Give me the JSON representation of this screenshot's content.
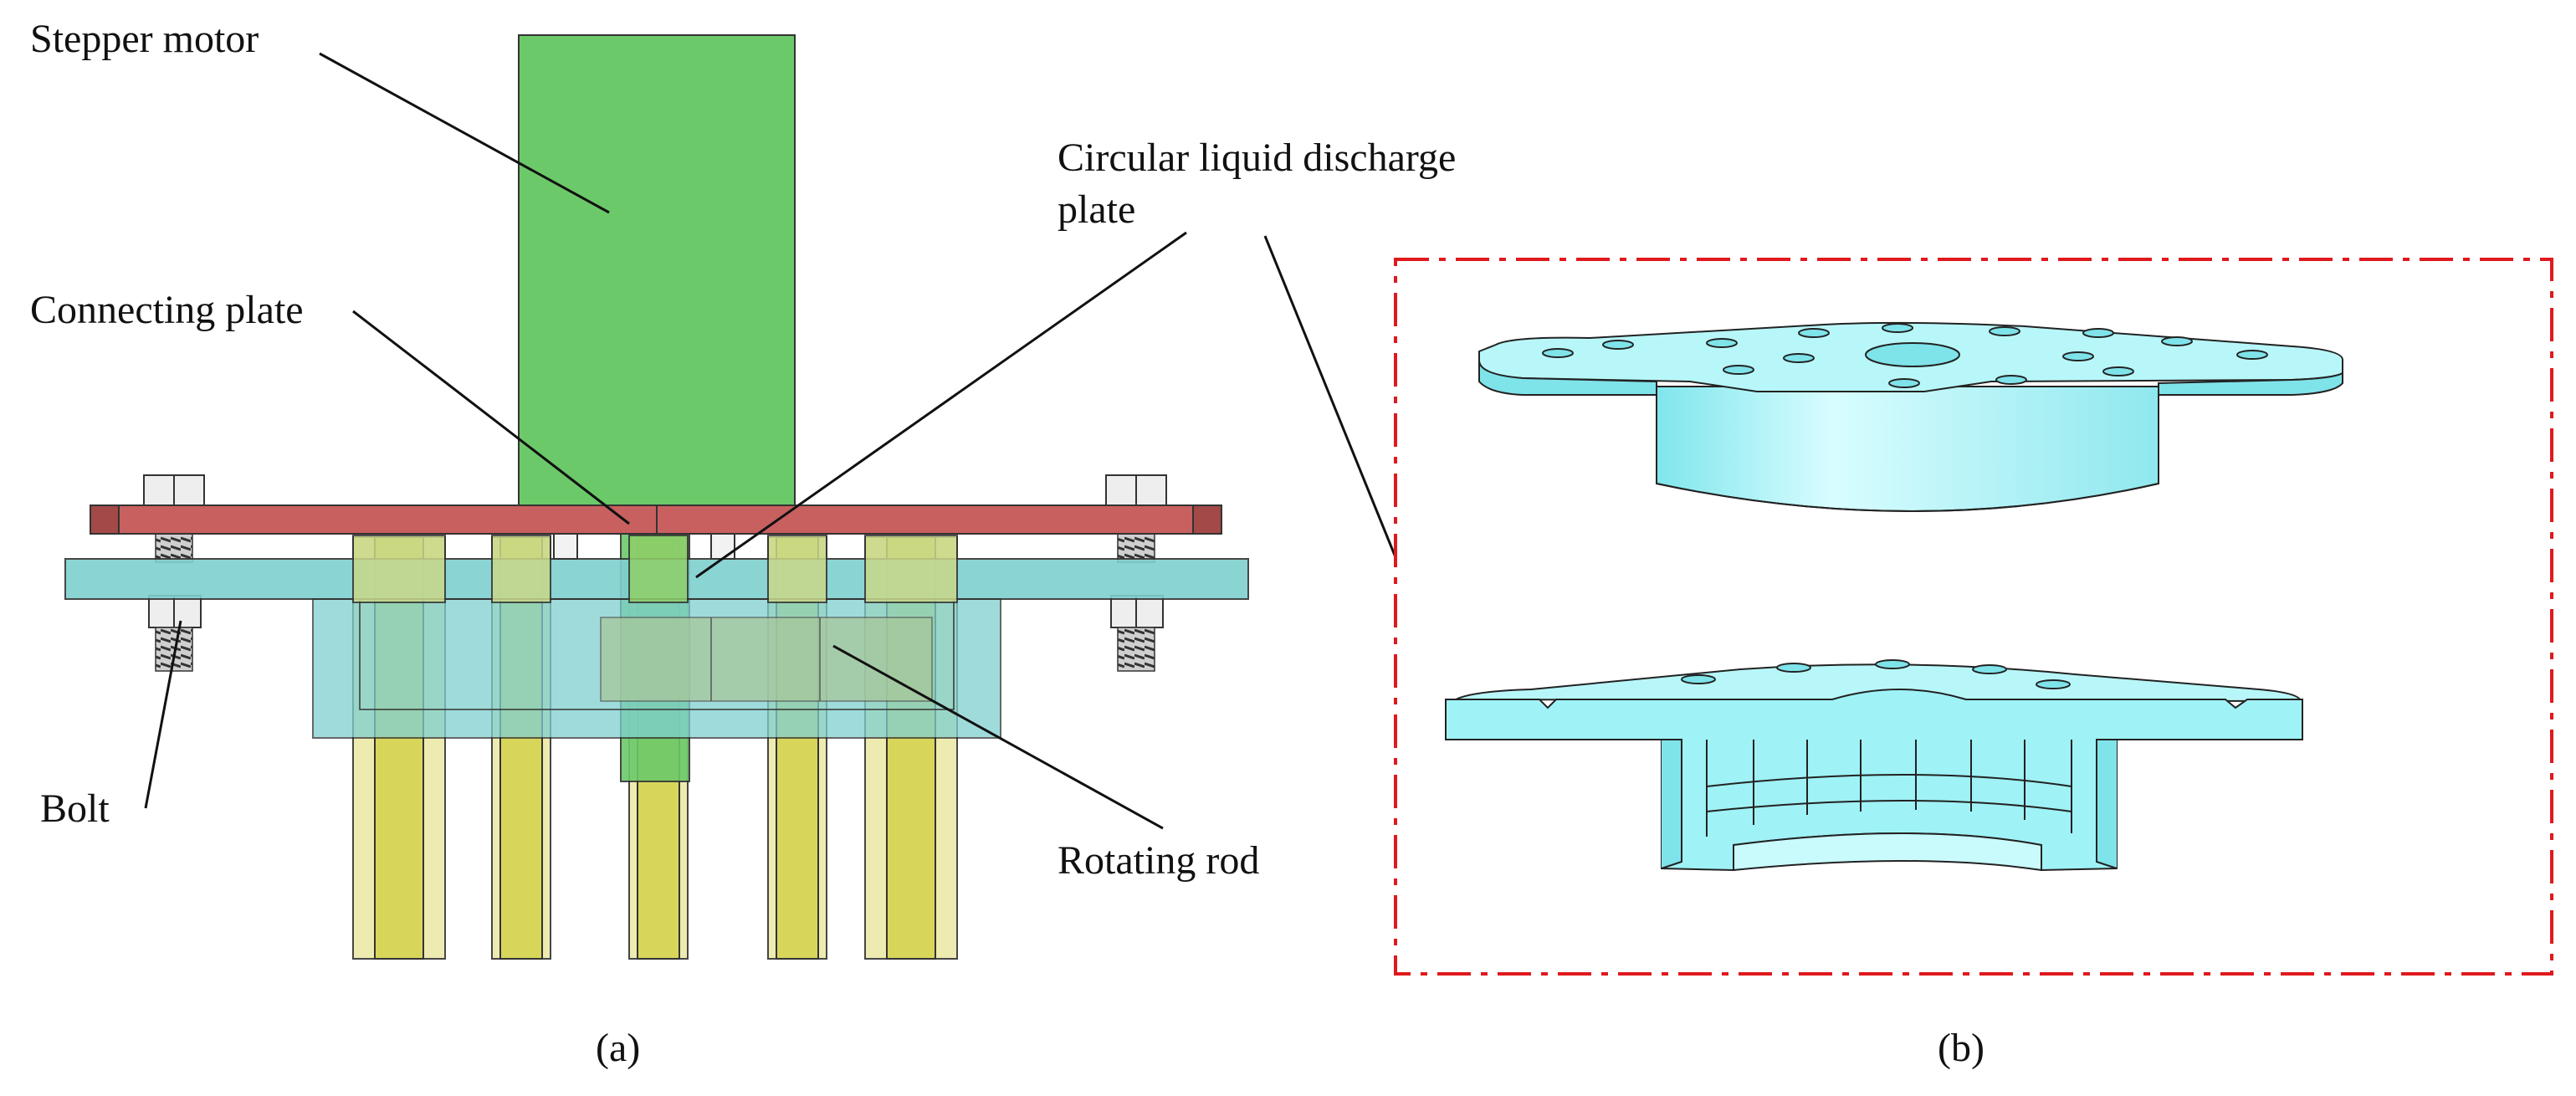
{
  "labels": {
    "stepper_motor": "Stepper motor",
    "connecting_plate": "Connecting plate",
    "discharge_plate_line1": "Circular liquid discharge",
    "discharge_plate_line2": "plate",
    "bolt": "Bolt",
    "rotating_rod": "Rotating rod"
  },
  "captions": {
    "a": "(a)",
    "b": "(b)"
  },
  "colors": {
    "motor": "#6cc96a",
    "connecting_plate": "#c8605f",
    "discharge_plate": "#7fd0d0",
    "rod": "#d8d65a",
    "rod_light": "#ece9a8",
    "part_cyan": "#a9f4f7",
    "detail_frame": "#e0191e"
  }
}
